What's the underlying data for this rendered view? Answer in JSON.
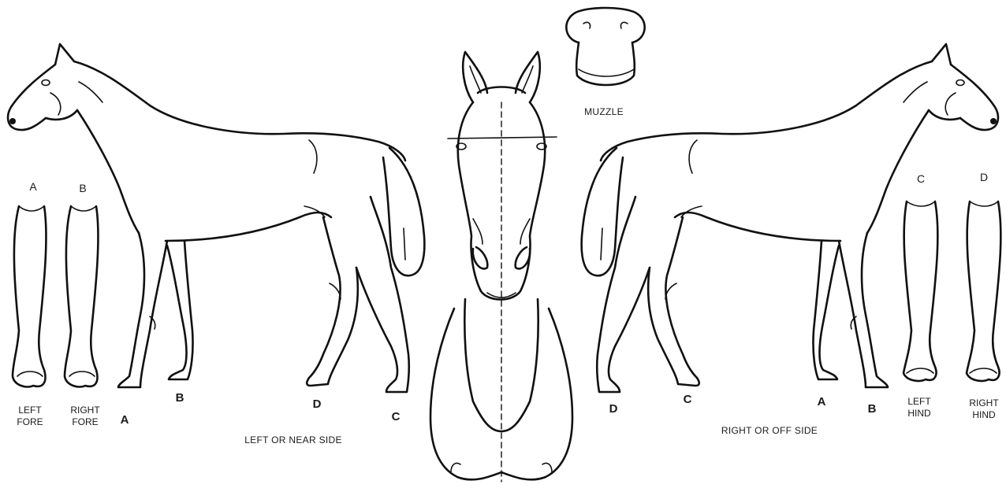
{
  "labels": {
    "muzzle": "MUZZLE",
    "near_side": "LEFT OR NEAR SIDE",
    "off_side": "RIGHT OR OFF SIDE",
    "left_fore": [
      "LEFT",
      "FORE"
    ],
    "right_fore": [
      "RIGHT",
      "FORE"
    ],
    "left_hind": [
      "LEFT",
      "HIND"
    ],
    "right_hind": [
      "RIGHT",
      "HIND"
    ],
    "fore_leg_a": "A",
    "fore_leg_b": "B",
    "hind_leg_c": "C",
    "hind_leg_d": "D",
    "near_leg_a": "A",
    "near_leg_b": "B",
    "near_leg_c": "C",
    "near_leg_d": "D",
    "off_leg_a": "A",
    "off_leg_b": "B",
    "off_leg_c": "C",
    "off_leg_d": "D"
  }
}
